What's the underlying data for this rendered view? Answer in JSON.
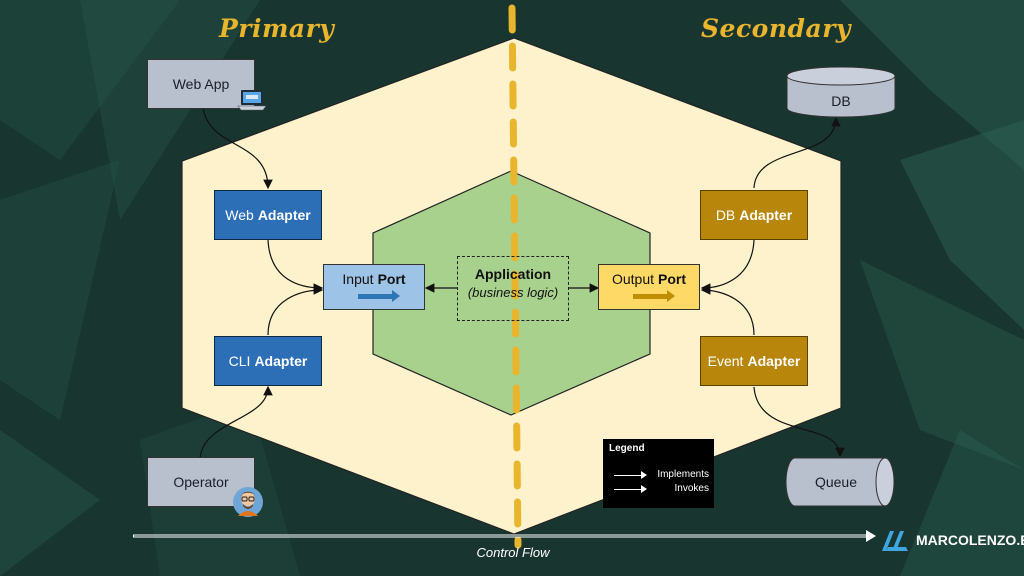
{
  "headings": {
    "primary": "Primary",
    "secondary": "Secondary"
  },
  "actors": {
    "web_app": "Web App",
    "operator": "Operator"
  },
  "adapters": {
    "web": {
      "name": "Web",
      "suffix": "Adapter"
    },
    "cli": {
      "name": "CLI",
      "suffix": "Adapter"
    },
    "db": {
      "name": "DB",
      "suffix": "Adapter"
    },
    "event": {
      "name": "Event",
      "suffix": "Adapter"
    }
  },
  "ports": {
    "input": {
      "name": "Input",
      "suffix": "Port"
    },
    "output": {
      "name": "Output",
      "suffix": "Port"
    }
  },
  "application": {
    "title": "Application",
    "subtitle": "(business logic)"
  },
  "stores": {
    "db": "DB",
    "queue": "Queue"
  },
  "legend": {
    "title": "Legend",
    "implements": "Implements",
    "invokes": "Invokes"
  },
  "flow": {
    "label": "Control Flow"
  },
  "brand": {
    "text": "MARCOLENZO.EU"
  },
  "colors": {
    "background": "#18362f",
    "outer_hexagon": "#fdf2cc",
    "inner_hexagon": "#a9d18e",
    "primary_adapter": "#2d6fb6",
    "secondary_adapter": "#b8860b",
    "input_port": "#9dc3e6",
    "output_port": "#ffd966",
    "divider": "#e9b52c",
    "heading": "#e9b52c"
  },
  "icons": {
    "web_app": "laptop-icon",
    "operator": "avatar-icon",
    "brand": "logo-icon"
  }
}
